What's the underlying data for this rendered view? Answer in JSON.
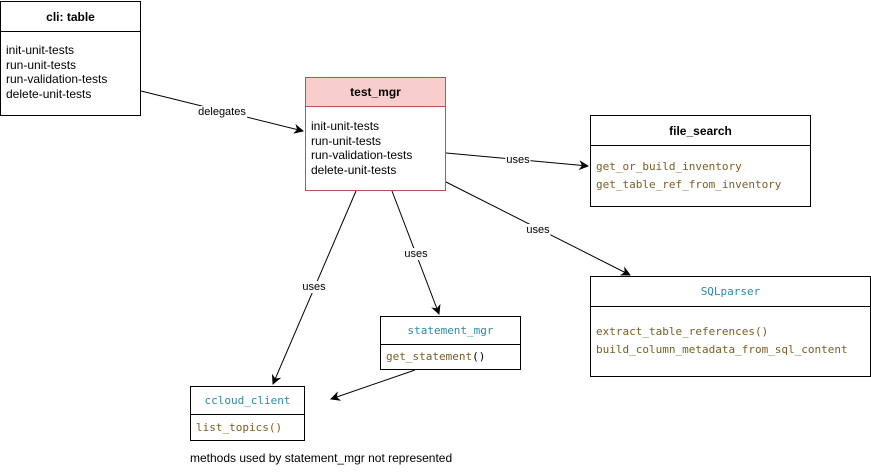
{
  "classes": {
    "cli_table": {
      "title": "cli: table",
      "methods": [
        "init-unit-tests",
        "run-unit-tests",
        "run-validation-tests",
        "delete-unit-tests"
      ]
    },
    "test_mgr": {
      "title": "test_mgr",
      "methods": [
        "init-unit-tests",
        "run-unit-tests",
        "run-validation-tests",
        "delete-unit-tests"
      ],
      "fill_color": "#f8cecc",
      "stroke_color": "#b85450"
    },
    "file_search": {
      "title": "file_search",
      "methods": [
        "get_or_build_inventory",
        "get_table_ref_from_inventory"
      ]
    },
    "sqlparser": {
      "title": "SQLparser",
      "methods": [
        "extract_table_references()",
        "build_column_metadata_from_sql_content"
      ]
    },
    "statement_mgr": {
      "title": "statement_mgr",
      "method_name": "get_statement",
      "method_parens": "()"
    },
    "ccloud_client": {
      "title": "ccloud_client",
      "methods": [
        "list_topics()"
      ]
    }
  },
  "edges": [
    {
      "from": "cli: table",
      "to": "test_mgr",
      "label": "delegates"
    },
    {
      "from": "test_mgr",
      "to": "file_search",
      "label": "uses"
    },
    {
      "from": "test_mgr",
      "to": "SQLparser",
      "label": "uses"
    },
    {
      "from": "test_mgr",
      "to": "statement_mgr",
      "label": "uses"
    },
    {
      "from": "test_mgr",
      "to": "ccloud_client",
      "label": "uses"
    },
    {
      "from": "statement_mgr",
      "to": "ccloud_client",
      "label": ""
    }
  ],
  "colors": {
    "type_name": "#2f8aa3",
    "method_name": "#795e26"
  },
  "note": "methods used by statement_mgr not represented"
}
